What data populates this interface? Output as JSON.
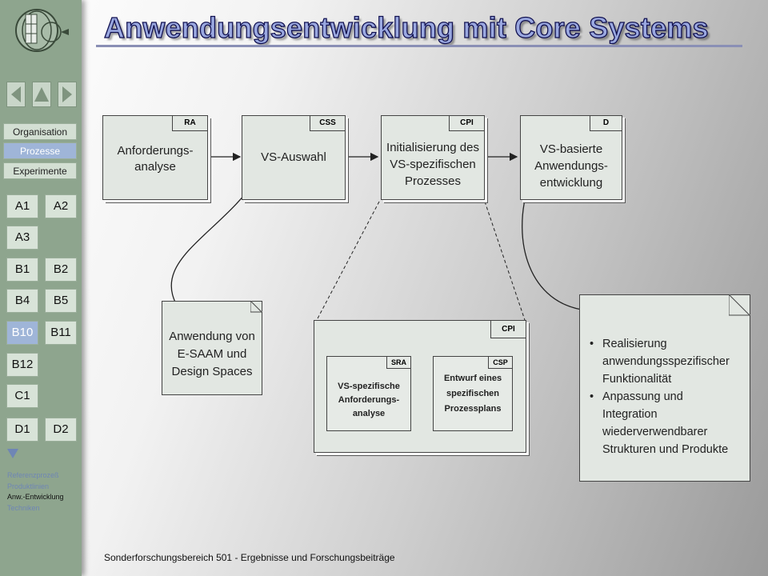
{
  "title": "Anwendungsentwicklung mit Core Systems",
  "footer": "Sonderforschungsbereich 501 - Ergebnisse und Forschungsbeiträge",
  "sidebar": {
    "nav_text": [
      {
        "label": "Organisation",
        "active": false
      },
      {
        "label": "Prozesse",
        "active": true
      },
      {
        "label": "Experimente",
        "active": false
      }
    ],
    "buttons": [
      "A1",
      "A2",
      "A3",
      "B1",
      "B2",
      "B4",
      "B5",
      "B10",
      "B11",
      "B12",
      "C1",
      "D1",
      "D2"
    ],
    "active_button": "B10",
    "small_links": [
      {
        "label": "Referenzprozeß",
        "current": false
      },
      {
        "label": "Produktlinien",
        "current": false
      },
      {
        "label": "Anw.-Entwicklung",
        "current": true
      },
      {
        "label": "Techniken",
        "current": false
      }
    ]
  },
  "diagram": {
    "process_boxes": [
      {
        "tag": "RA",
        "lines": [
          "Anforderungs-",
          "analyse"
        ]
      },
      {
        "tag": "CSS",
        "lines": [
          "VS-Auswahl"
        ]
      },
      {
        "tag": "CPI",
        "lines": [
          "Initialisierung des",
          "VS-spezifischen",
          "Prozesses"
        ]
      },
      {
        "tag": "D",
        "lines": [
          "VS-basierte",
          "Anwendungs-",
          "entwicklung"
        ]
      }
    ],
    "note_left": {
      "lines": [
        "Anwendung von",
        "E-SAAM und",
        "Design Spaces"
      ]
    },
    "detail": {
      "tag": "CPI",
      "sub": [
        {
          "tag": "SRA",
          "lines": [
            "VS-spezifische",
            "Anforderungs-",
            "analyse"
          ]
        },
        {
          "tag": "CSP",
          "lines": [
            "Entwurf eines",
            "spezifischen",
            "Prozessplans"
          ]
        }
      ]
    },
    "note_right": {
      "bullets": [
        [
          "Realisierung",
          "anwendungsspezifischer",
          "Funktionalität"
        ],
        [
          "Anpassung und",
          "Integration",
          "wiederverwendbarer",
          "Strukturen und Produkte"
        ]
      ]
    }
  },
  "colors": {
    "sidebar": "#8ea58e",
    "active_nav": "#9fb5d8",
    "title_fill": "#9aa8e0",
    "box_fill": "#e2e7e2"
  }
}
